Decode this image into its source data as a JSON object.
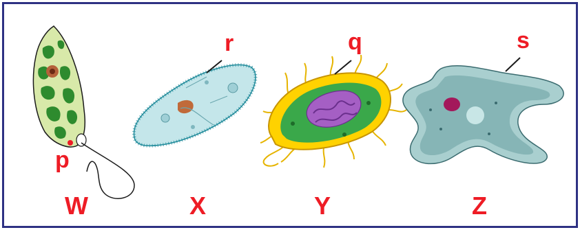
{
  "labels": {
    "p": "p",
    "q": "q",
    "r": "r",
    "s": "s"
  },
  "captions": {
    "w": "W",
    "x": "X",
    "y": "Y",
    "z": "Z"
  },
  "colors": {
    "label_red": "#ee1c25",
    "frame_blue": "#2e3183"
  },
  "organisms": [
    "euglena",
    "paramecium",
    "bacterium",
    "amoeba"
  ]
}
